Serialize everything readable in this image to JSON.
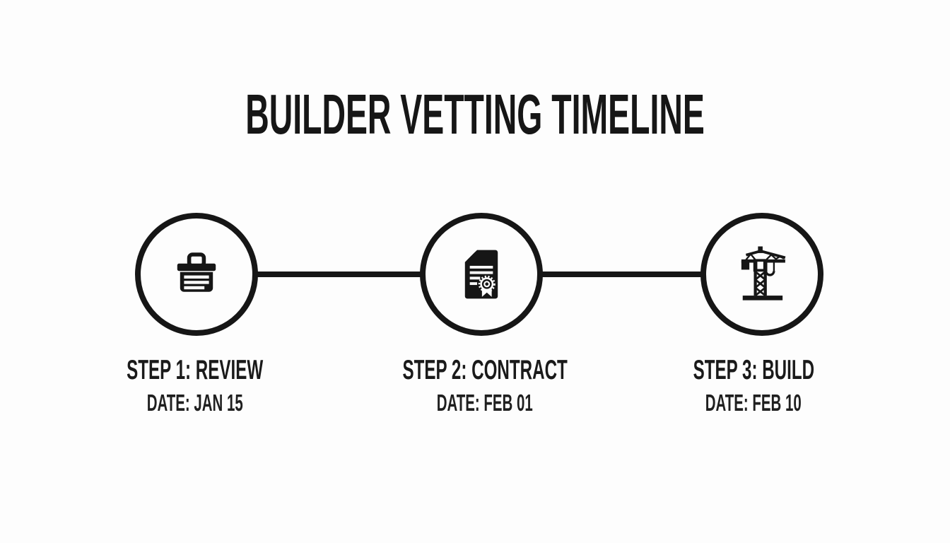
{
  "title": "BUILDER VETTING TIMELINE",
  "colors": {
    "background": "#fdfdfd",
    "ink": "#161616"
  },
  "steps": [
    {
      "icon": "storage-box-icon",
      "label": "STEP 1: REVIEW",
      "date": "DATE: JAN 15"
    },
    {
      "icon": "certificate-icon",
      "label": "STEP 2: CONTRACT",
      "date": "DATE: FEB 01"
    },
    {
      "icon": "tower-crane-icon",
      "label": "STEP 3: BUILD",
      "date": "DATE: FEB 10"
    }
  ]
}
